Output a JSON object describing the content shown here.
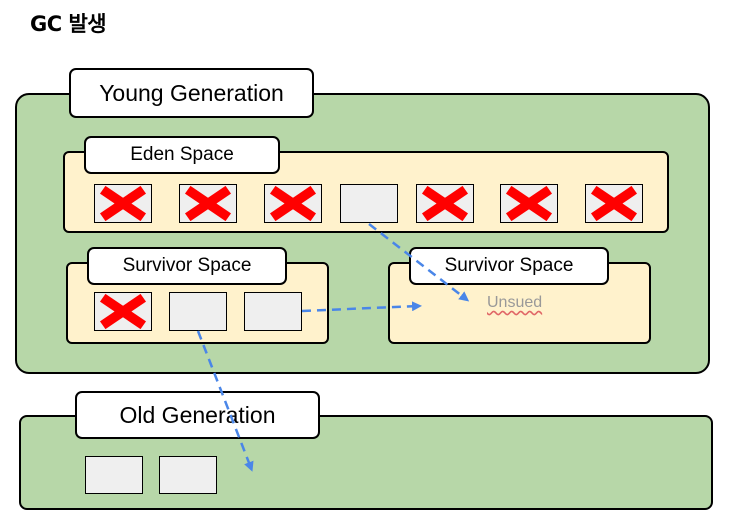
{
  "title": "GC 발생",
  "young": {
    "label": "Young Generation"
  },
  "eden": {
    "label": "Eden Space",
    "cells": [
      {
        "crossed": true
      },
      {
        "crossed": true
      },
      {
        "crossed": true
      },
      {
        "crossed": false
      },
      {
        "crossed": true
      },
      {
        "crossed": true
      },
      {
        "crossed": true
      }
    ]
  },
  "survivor_left": {
    "label": "Survivor Space",
    "cells": [
      {
        "crossed": true
      },
      {
        "crossed": false
      },
      {
        "crossed": false
      }
    ]
  },
  "survivor_right": {
    "label": "Survivor Space",
    "status": "Unsued"
  },
  "old": {
    "label": "Old Generation",
    "cells": [
      {
        "crossed": false
      },
      {
        "crossed": false
      }
    ]
  },
  "colors": {
    "generation_fill": "#b7d7a8",
    "space_fill": "#fff2cc",
    "object_fill": "#efefef",
    "cross": "#ff0000",
    "arrow": "#4a86e8"
  }
}
